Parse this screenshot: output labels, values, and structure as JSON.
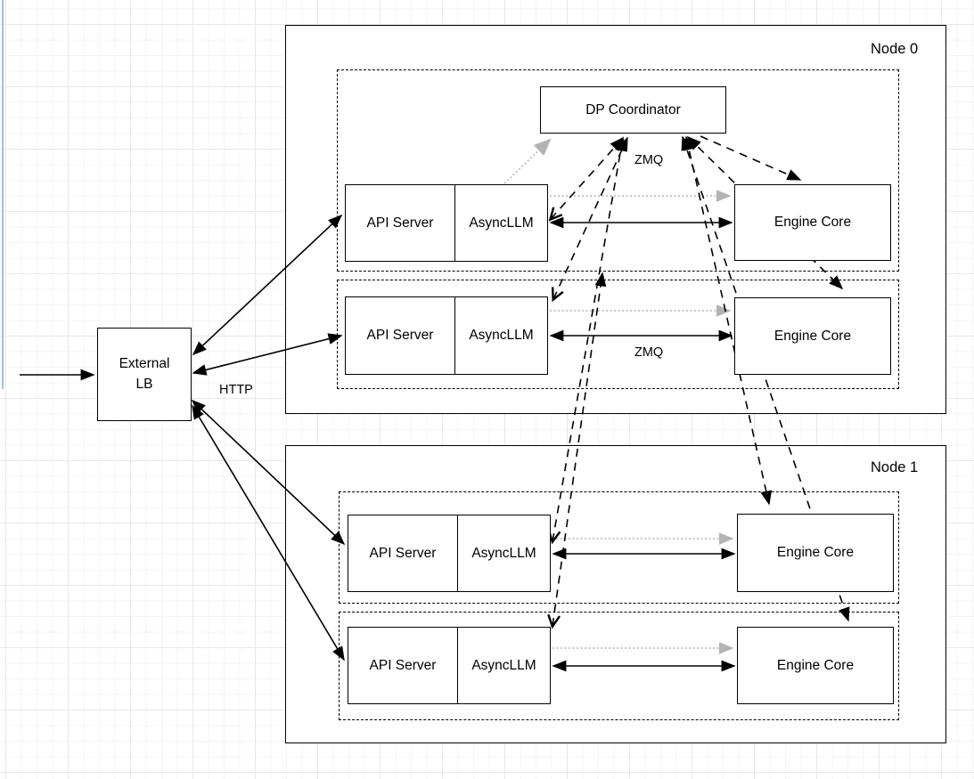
{
  "nodes": [
    {
      "label": "Node 0"
    },
    {
      "label": "Node 1"
    }
  ],
  "coordinator": {
    "label": "DP Coordinator"
  },
  "external_lb": {
    "line1": "External",
    "line2": "LB"
  },
  "edge_labels": {
    "http": "HTTP",
    "zmq_coordinator": "ZMQ",
    "zmq_engine": "ZMQ"
  },
  "rows": [
    {
      "api_server": "API Server",
      "async_llm": "AsyncLLM",
      "engine_core": "Engine Core"
    },
    {
      "api_server": "API Server",
      "async_llm": "AsyncLLM",
      "engine_core": "Engine Core"
    },
    {
      "api_server": "API Server",
      "async_llm": "AsyncLLM",
      "engine_core": "Engine Core"
    },
    {
      "api_server": "API Server",
      "async_llm": "AsyncLLM",
      "engine_core": "Engine Core"
    }
  ],
  "colors": {
    "line": "#000000",
    "gray_link": "#b3b3b3",
    "page_guide": "#aabfdc",
    "grid_minor": "#f4f4f6",
    "grid_major": "#e8e8ea",
    "box_fill": "#ffffff"
  },
  "edges": [
    {
      "from": "inbound-traffic",
      "to": "external-lb",
      "style": "solid-arrow"
    },
    {
      "from": "external-lb",
      "to": "api-server-row1",
      "style": "solid-bidirectional",
      "label": "HTTP"
    },
    {
      "from": "external-lb",
      "to": "api-server-row2",
      "style": "solid-bidirectional",
      "label": "HTTP"
    },
    {
      "from": "external-lb",
      "to": "api-server-row3",
      "style": "solid-bidirectional",
      "label": "HTTP"
    },
    {
      "from": "external-lb",
      "to": "api-server-row4",
      "style": "solid-bidirectional",
      "label": "HTTP"
    },
    {
      "from": "asyncllm-row1",
      "to": "engine-core-row1",
      "style": "solid-bidirectional",
      "label": "ZMQ"
    },
    {
      "from": "asyncllm-row2",
      "to": "engine-core-row2",
      "style": "solid-bidirectional",
      "label": "ZMQ"
    },
    {
      "from": "asyncllm-row3",
      "to": "engine-core-row3",
      "style": "solid-bidirectional",
      "label": "ZMQ"
    },
    {
      "from": "asyncllm-row4",
      "to": "engine-core-row4",
      "style": "solid-bidirectional",
      "label": "ZMQ"
    },
    {
      "from": "asyncllm-row1",
      "to": "engine-core-row1",
      "style": "dotted-gray"
    },
    {
      "from": "asyncllm-row2",
      "to": "engine-core-row2",
      "style": "dotted-gray"
    },
    {
      "from": "asyncllm-row3",
      "to": "engine-core-row3",
      "style": "dotted-gray"
    },
    {
      "from": "asyncllm-row4",
      "to": "engine-core-row4",
      "style": "dotted-gray"
    },
    {
      "from": "asyncllm-row1",
      "to": "dp-coordinator",
      "style": "dotted-gray"
    },
    {
      "from": "asyncllm-row1",
      "to": "dp-coordinator",
      "style": "dashed-bidirectional",
      "label": "ZMQ"
    },
    {
      "from": "asyncllm-row2",
      "to": "dp-coordinator",
      "style": "dashed-bidirectional",
      "label": "ZMQ"
    },
    {
      "from": "asyncllm-row3",
      "to": "dp-coordinator",
      "style": "dashed-bidirectional",
      "label": "ZMQ"
    },
    {
      "from": "asyncllm-row4",
      "to": "dp-coordinator",
      "style": "dashed-bidirectional",
      "label": "ZMQ"
    },
    {
      "from": "dp-coordinator",
      "to": "engine-core-row1",
      "style": "dashed-arrow"
    },
    {
      "from": "dp-coordinator",
      "to": "engine-core-row2",
      "style": "dashed-bidirectional"
    },
    {
      "from": "dp-coordinator",
      "to": "engine-core-row3",
      "style": "dashed-bidirectional"
    },
    {
      "from": "dp-coordinator",
      "to": "engine-core-row4",
      "style": "dashed-bidirectional"
    }
  ]
}
